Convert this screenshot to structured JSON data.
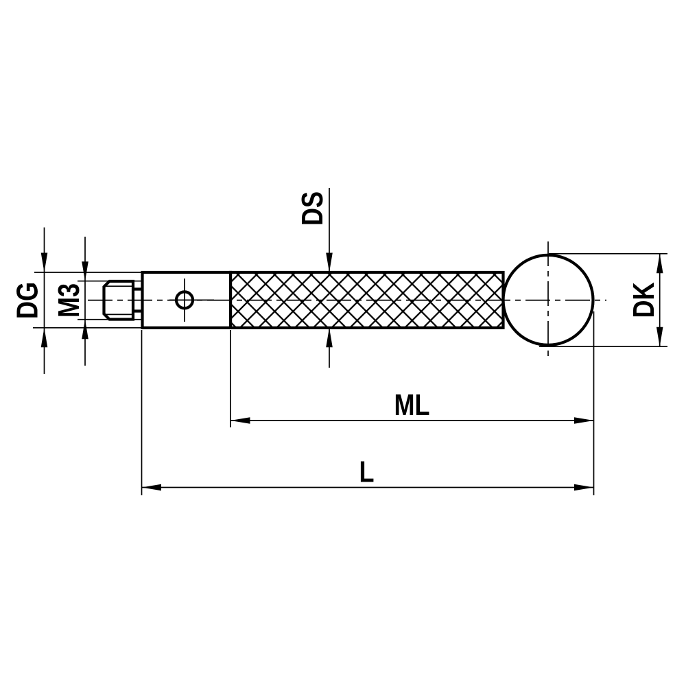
{
  "drawing": {
    "type": "technical-dimension-drawing",
    "subject": "stylus with threaded stud, holder, shaft and ball tip",
    "colors": {
      "background": "#ffffff",
      "line": "#000000"
    },
    "labels": {
      "stem_diameter": "DG",
      "thread": "M3",
      "shaft_diameter": "DS",
      "ball_diameter": "DK",
      "measuring_length": "ML",
      "overall_length": "L"
    }
  }
}
